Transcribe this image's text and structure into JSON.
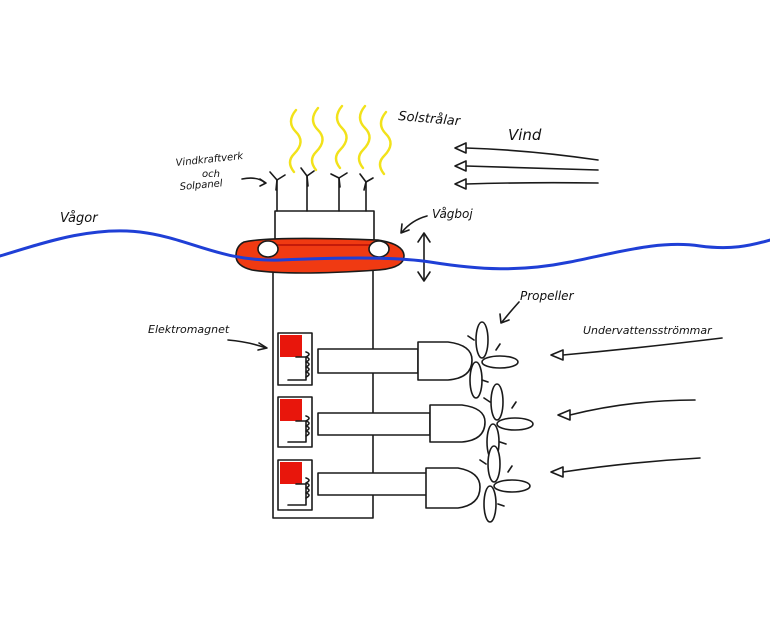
{
  "labels": {
    "solstralar": "Solstrålar",
    "vind": "Vind",
    "vindkraftverk_line1": "Vindkraftverk",
    "vindkraftverk_line2": "och",
    "vindkraftverk_line3": "Solpanel",
    "vagor": "Vågor",
    "vagboj": "Vågboj",
    "propeller": "Propeller",
    "elektromagnet": "Elektromagnet",
    "undervattensstrommar": "Undervattensströmmar"
  },
  "colors": {
    "water": "#1f3fd6",
    "sun_rays": "#f2e21a",
    "buoy_fill": "#f03a12",
    "buoy_line": "#c41a0a",
    "magnet_red": "#e8160c",
    "ink": "#1a1a1a"
  },
  "icons": {
    "wind_turbine": "wind-turbine-icon",
    "propeller": "propeller-icon",
    "arrow": "arrow-icon"
  }
}
